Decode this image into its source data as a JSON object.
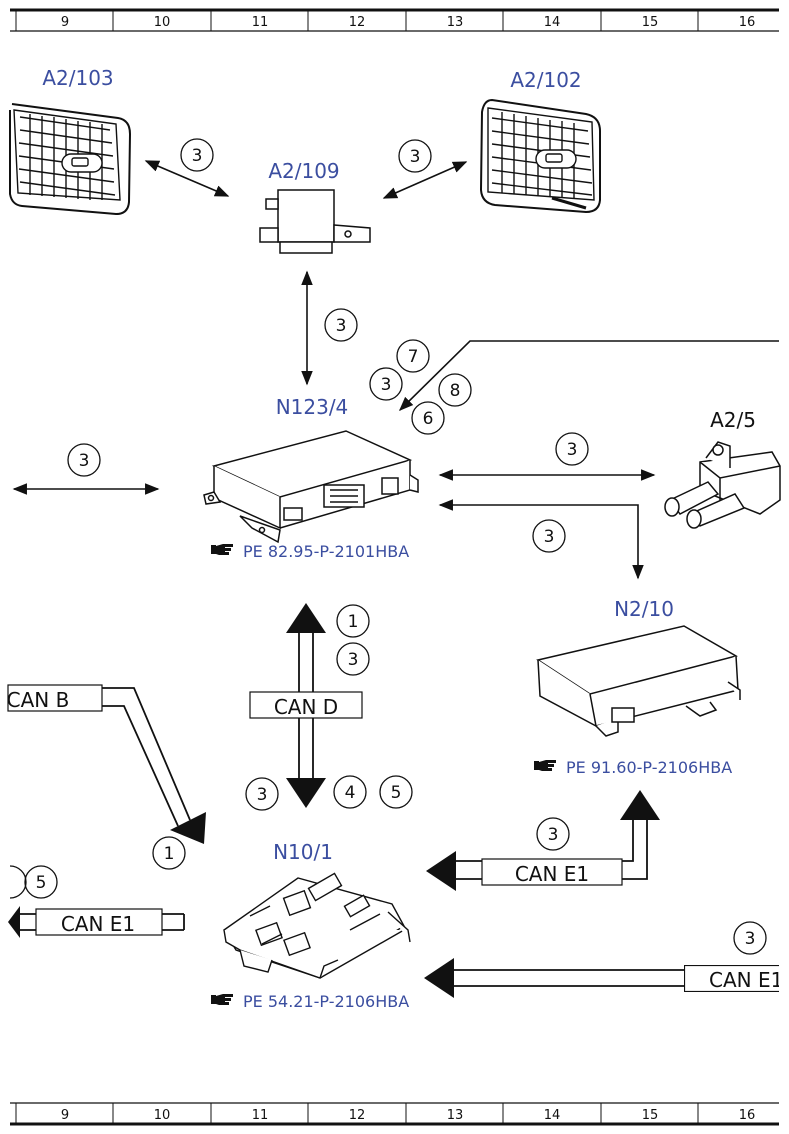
{
  "columns": [
    "9",
    "10",
    "11",
    "12",
    "13",
    "14",
    "15",
    "16"
  ],
  "components": {
    "a2_103": "A2/103",
    "a2_102": "A2/102",
    "a2_109": "A2/109",
    "n123_4": "N123/4",
    "a2_5": "A2/5",
    "n2_10": "N2/10",
    "n10_1": "N10/1"
  },
  "references": {
    "n123_4": "PE 82.95-P-2101HBA",
    "n2_10": "PE 91.60-P-2106HBA",
    "n10_1": "PE 54.21-P-2106HBA"
  },
  "buses": {
    "can_b": "CAN B",
    "can_d": "CAN D",
    "can_e1_right": "CAN E1",
    "can_e1_left": "CAN E1",
    "can_e1_bottom": "CAN E1"
  },
  "markers": {
    "m_a103_109": "3",
    "m_109_a102": "3",
    "m_109_n123": "3",
    "m_7": "7",
    "m_3b": "3",
    "m_8": "8",
    "m_6": "6",
    "m_left_n123": "3",
    "m_n123_a25": "3",
    "m_n123_n210": "3",
    "m_cand_1": "1",
    "m_cand_3a": "3",
    "m_cand_3b": "3",
    "m_cand_4": "4",
    "m_cand_5": "5",
    "m_canb_1": "1",
    "m_left_5": "5",
    "m_cane1_3": "3",
    "m_bottom_3": "3"
  }
}
